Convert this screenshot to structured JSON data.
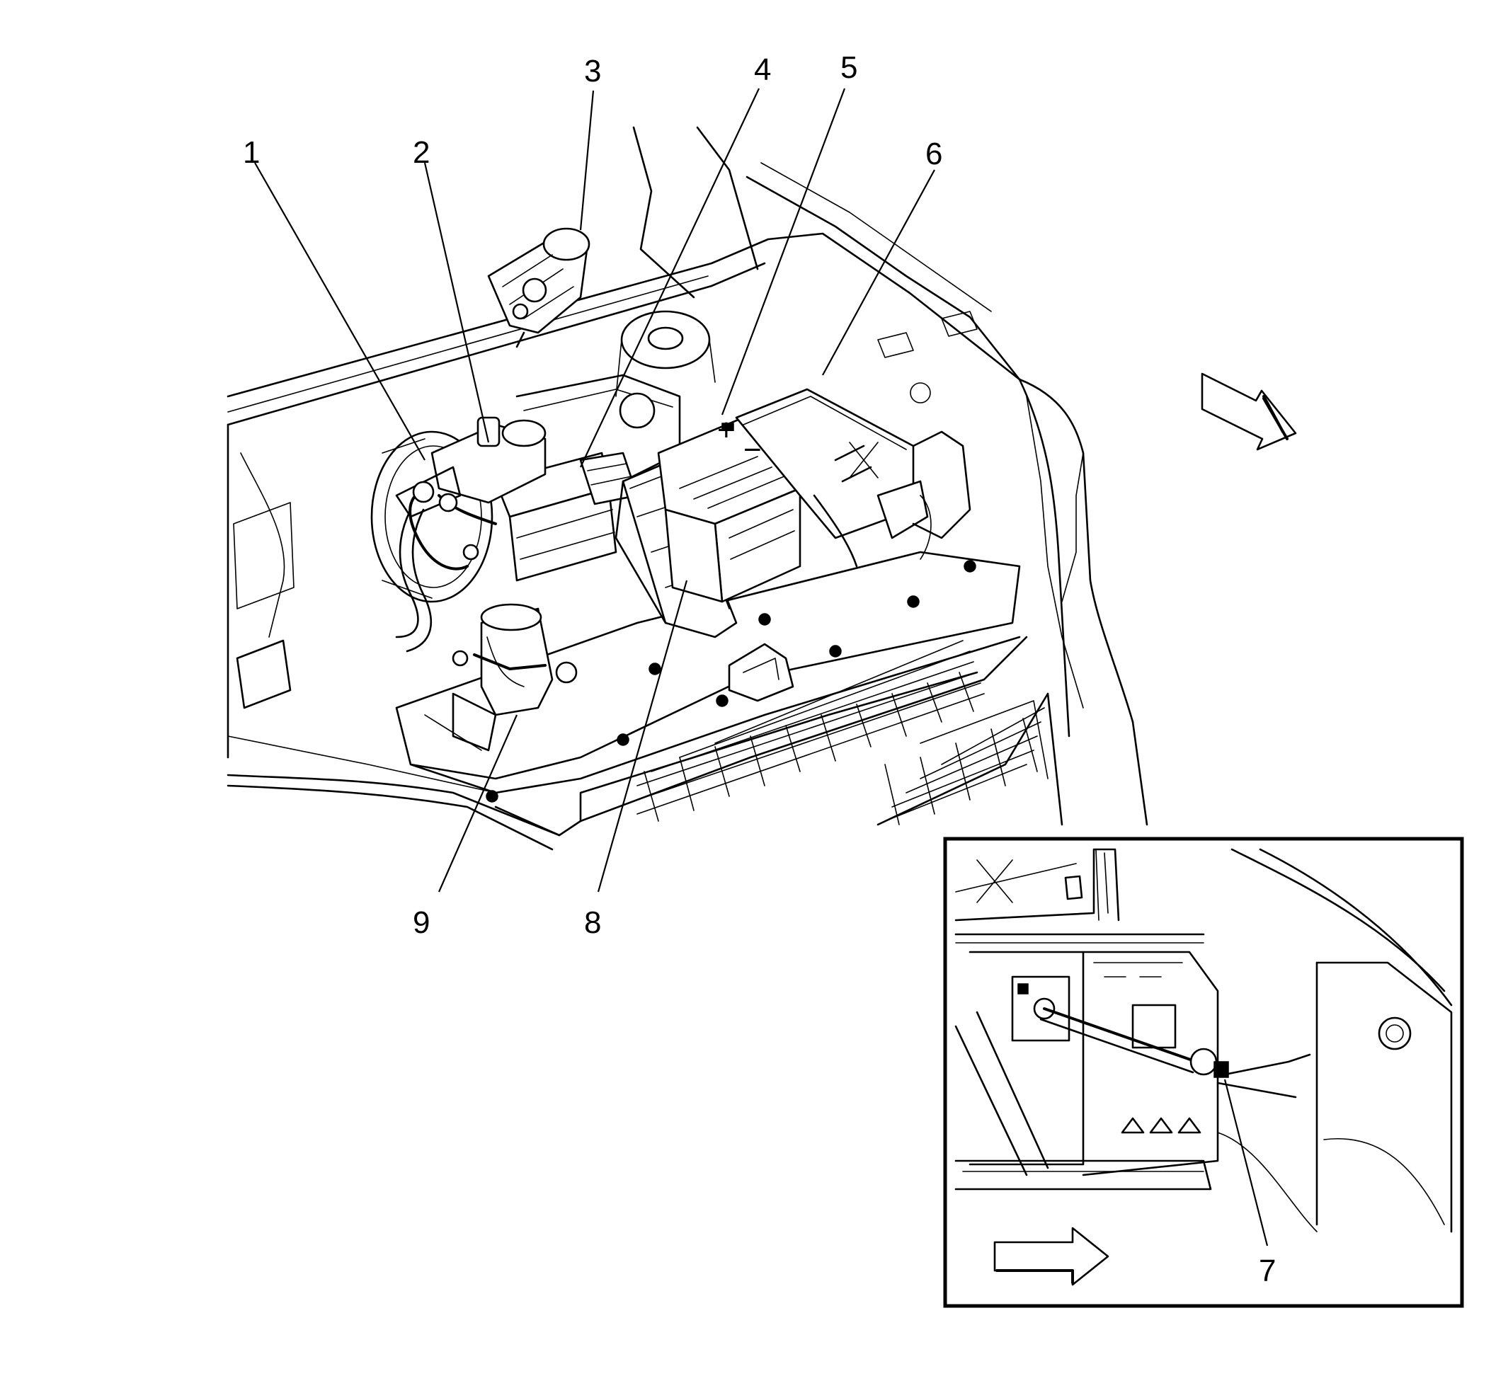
{
  "callouts": [
    {
      "id": "1",
      "label": "1"
    },
    {
      "id": "2",
      "label": "2"
    },
    {
      "id": "3",
      "label": "3"
    },
    {
      "id": "4",
      "label": "4"
    },
    {
      "id": "5",
      "label": "5"
    },
    {
      "id": "6",
      "label": "6"
    },
    {
      "id": "7",
      "label": "7"
    },
    {
      "id": "8",
      "label": "8"
    },
    {
      "id": "9",
      "label": "9"
    }
  ],
  "battery_marks": {
    "plus": "+",
    "minus": "−"
  },
  "icons": {
    "main_direction": "front-direction-arrow-icon",
    "inset_direction": "front-direction-arrow-icon"
  },
  "colors": {
    "line": "#000000",
    "background": "#ffffff"
  }
}
